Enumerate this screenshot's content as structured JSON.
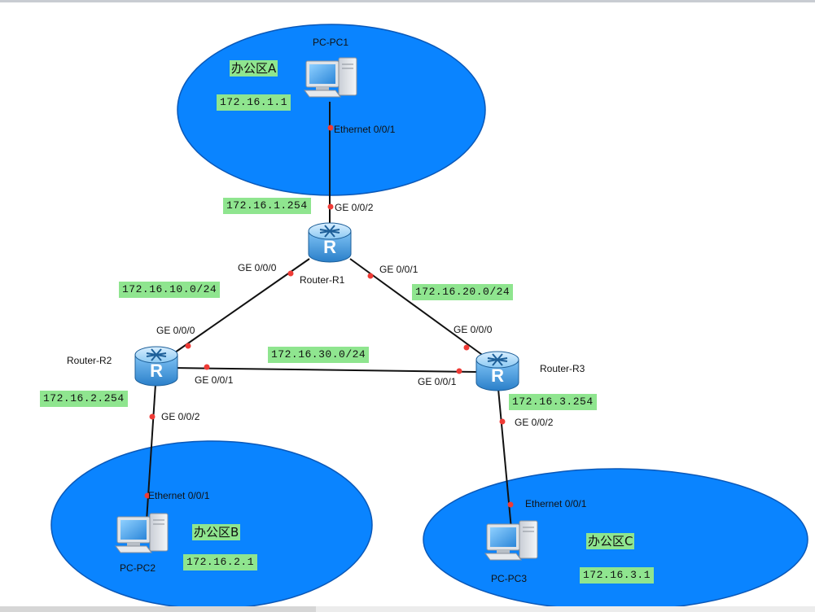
{
  "colors": {
    "zone_fill": "#0a84ff",
    "zone_stroke": "#0a58b8",
    "link": "#111111",
    "port_dot": "#ef3b36",
    "label_highlight": "#8fe58f"
  },
  "zones": [
    {
      "name": "办公区A",
      "host": "PC-PC1",
      "host_ip": "172.16.1.1"
    },
    {
      "name": "办公区B",
      "host": "PC-PC2",
      "host_ip": "172.16.2.1"
    },
    {
      "name": "办公区C",
      "host": "PC-PC3",
      "host_ip": "172.16.3.1"
    }
  ],
  "routers": [
    {
      "name": "Router-R1",
      "icon": "router-icon"
    },
    {
      "name": "Router-R2",
      "icon": "router-icon"
    },
    {
      "name": "Router-R3",
      "icon": "router-icon"
    }
  ],
  "pcs": [
    {
      "name": "PC-PC1",
      "icon": "pc-icon"
    },
    {
      "name": "PC-PC2",
      "icon": "pc-icon"
    },
    {
      "name": "PC-PC3",
      "icon": "pc-icon"
    }
  ],
  "ports": {
    "pc1_eth": "Ethernet 0/0/1",
    "r1_g2": "GE 0/0/2",
    "r1_g0": "GE 0/0/0",
    "r1_g1": "GE 0/0/1",
    "r2_g0": "GE 0/0/0",
    "r2_g1": "GE 0/0/1",
    "r2_g2": "GE 0/0/2",
    "r3_g0": "GE 0/0/0",
    "r3_g1": "GE 0/0/1",
    "r3_g2": "GE 0/0/2",
    "pc2_eth": "Ethernet 0/0/1",
    "pc3_eth": "Ethernet 0/0/1"
  },
  "addresses": {
    "r1_lan": "172.16.1.254",
    "r2_lan": "172.16.2.254",
    "r3_lan": "172.16.3.254",
    "net_r1_r2": "172.16.10.0/24",
    "net_r1_r3": "172.16.20.0/24",
    "net_r2_r3": "172.16.30.0/24"
  },
  "links": [
    {
      "from": "PC-PC1",
      "to": "Router-R1",
      "from_port": "Ethernet 0/0/1",
      "to_port": "GE 0/0/2"
    },
    {
      "from": "Router-R1",
      "to": "Router-R2",
      "from_port": "GE 0/0/0",
      "to_port": "GE 0/0/0",
      "network": "172.16.10.0/24"
    },
    {
      "from": "Router-R1",
      "to": "Router-R3",
      "from_port": "GE 0/0/1",
      "to_port": "GE 0/0/0",
      "network": "172.16.20.0/24"
    },
    {
      "from": "Router-R2",
      "to": "Router-R3",
      "from_port": "GE 0/0/1",
      "to_port": "GE 0/0/1",
      "network": "172.16.30.0/24"
    },
    {
      "from": "Router-R2",
      "to": "PC-PC2",
      "from_port": "GE 0/0/2",
      "to_port": "Ethernet 0/0/1"
    },
    {
      "from": "Router-R3",
      "to": "PC-PC3",
      "from_port": "GE 0/0/2",
      "to_port": "Ethernet 0/0/1"
    }
  ]
}
